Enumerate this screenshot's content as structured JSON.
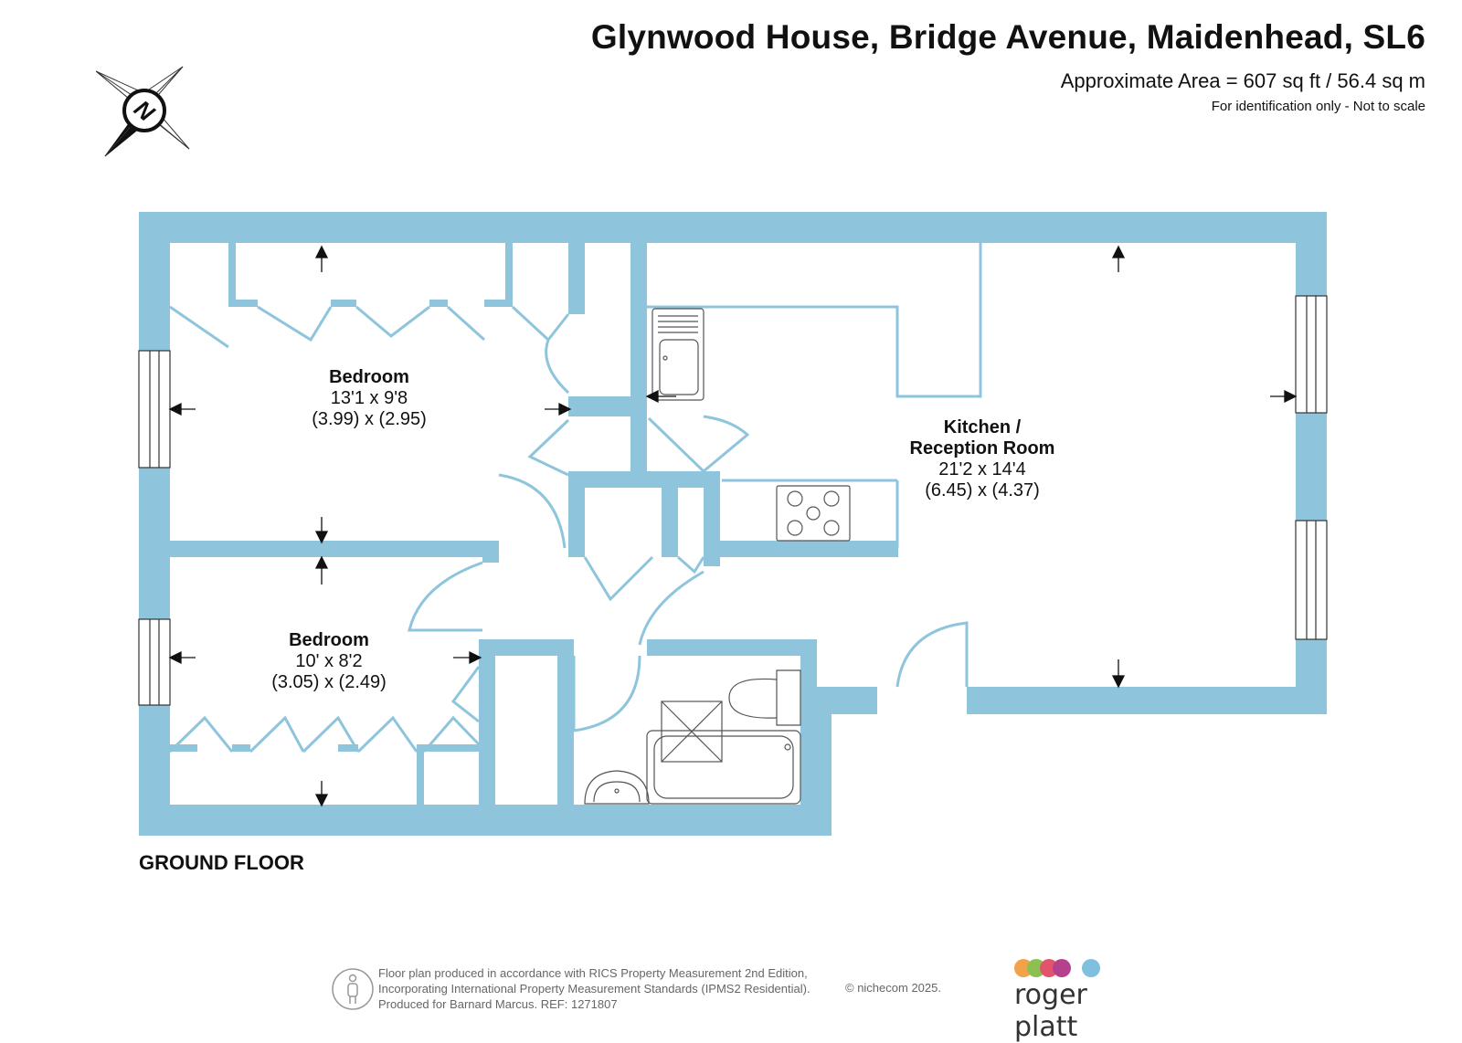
{
  "header": {
    "title": "Glynwood House, Bridge Avenue, Maidenhead, SL6",
    "area": "Approximate Area = 607 sq ft / 56.4 sq m",
    "note": "For identification only - Not to scale"
  },
  "compass": {
    "letter": "N"
  },
  "rooms": [
    {
      "name": "Bedroom",
      "imperial": "13'1 x 9'8",
      "metric": "(3.99) x (2.95)"
    },
    {
      "name": "Kitchen /",
      "name2": "Reception Room",
      "imperial": "21'2 x 14'4",
      "metric": "(6.45) x (4.37)"
    },
    {
      "name": "Bedroom",
      "imperial": "10' x 8'2",
      "metric": "(3.05) x (2.49)"
    }
  ],
  "floor_label": "GROUND FLOOR",
  "footer": {
    "line1": "Floor plan produced in accordance with RICS Property Measurement 2nd Edition,",
    "line2": "Incorporating International Property Measurement Standards (IPMS2 Residential).",
    "line3": "Produced for Barnard Marcus.   REF:  1271807",
    "copyright": "© nichecom 2025."
  },
  "brand": {
    "name": "roger platt",
    "dot_colors": [
      "#f2a34a",
      "#8cc152",
      "#e0556b",
      "#b5418c",
      "#7ec0dd"
    ]
  },
  "colors": {
    "wall": "#8ec5dc",
    "line": "#9cc9dd"
  }
}
